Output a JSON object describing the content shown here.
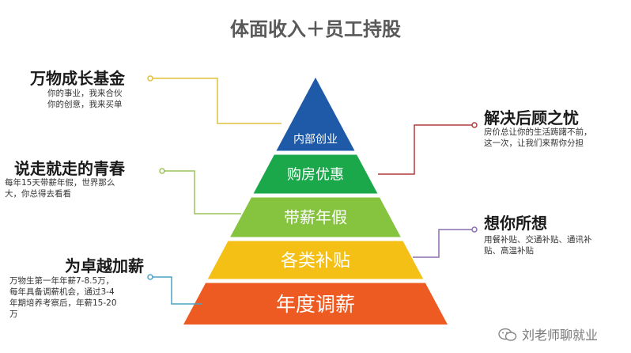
{
  "title": "体面收入＋员工持股",
  "pyramid": {
    "layers": [
      {
        "label": "内部创业",
        "color": "#1f5aa8"
      },
      {
        "label": "购房优惠",
        "color": "#1aa84b"
      },
      {
        "label": "带薪年假",
        "color": "#86c440"
      },
      {
        "label": "各类补贴",
        "color": "#f5c015"
      },
      {
        "label": "年度调薪",
        "color": "#ee5b22"
      }
    ]
  },
  "annotations": {
    "growth_fund": {
      "title": "万物成长基金",
      "lines": [
        "你的事业，我来合伙",
        "你的创意，我来买单"
      ],
      "line_color": "#e0c03a"
    },
    "youth": {
      "title": "说走就走的青春",
      "lines": [
        "每年15天带薪年假，世界那么",
        "大，你总得去看看"
      ],
      "line_color": "#9cc45a"
    },
    "raise": {
      "title": "为卓越加薪",
      "lines": [
        "万物生第一年年薪7-8.5万，",
        "每年具备调薪机会，通过3-4",
        "年期培养考察后，年薪15-20",
        "万"
      ],
      "line_color": "#4aa3c4"
    },
    "worry": {
      "title": "解决后顾之忧",
      "lines": [
        "房价总让你的生活踌躇不前，",
        "这一次，让我们来帮你分担"
      ],
      "line_color": "#b33a3a"
    },
    "want": {
      "title": "想你所想",
      "lines": [
        "用餐补贴、交通补贴、通讯补",
        "贴、高温补贴"
      ],
      "line_color": "#8c6fb0"
    }
  },
  "watermark": {
    "text": "刘老师聊就业",
    "icon": "wechat-icon"
  }
}
